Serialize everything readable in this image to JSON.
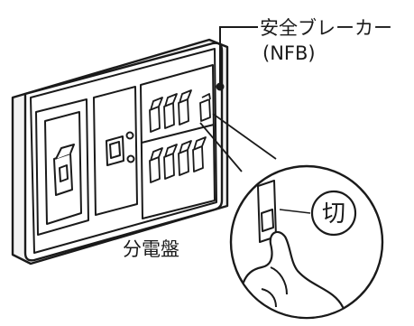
{
  "labels": {
    "breaker_title": "安全ブレーカー",
    "breaker_abbrev": "(NFB)",
    "panel_name": "分電盤",
    "off_label": "切"
  },
  "colors": {
    "stroke": "#1a1a1a",
    "panel_face": "#ffffff",
    "panel_side": "#f2f2f2",
    "highlight": "#ececec"
  }
}
